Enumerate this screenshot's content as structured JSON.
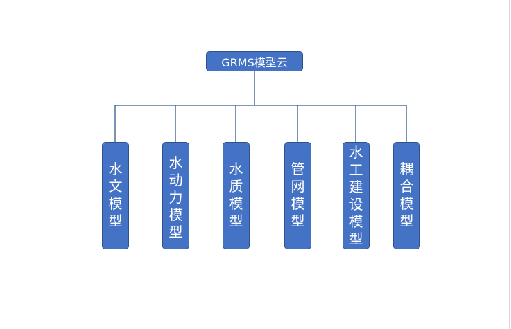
{
  "diagram": {
    "root": {
      "label": "GRMS模型云"
    },
    "children": [
      {
        "label": "水文模型"
      },
      {
        "label": "水动力模型"
      },
      {
        "label": "水质模型"
      },
      {
        "label": "管网模型"
      },
      {
        "label": "水工建设模型"
      },
      {
        "label": "耦合模型"
      }
    ],
    "colors": {
      "node_fill": "#4472c4",
      "node_border": "#2f528f",
      "node_text": "#ffffff",
      "connector": "#2e5a8a"
    }
  }
}
